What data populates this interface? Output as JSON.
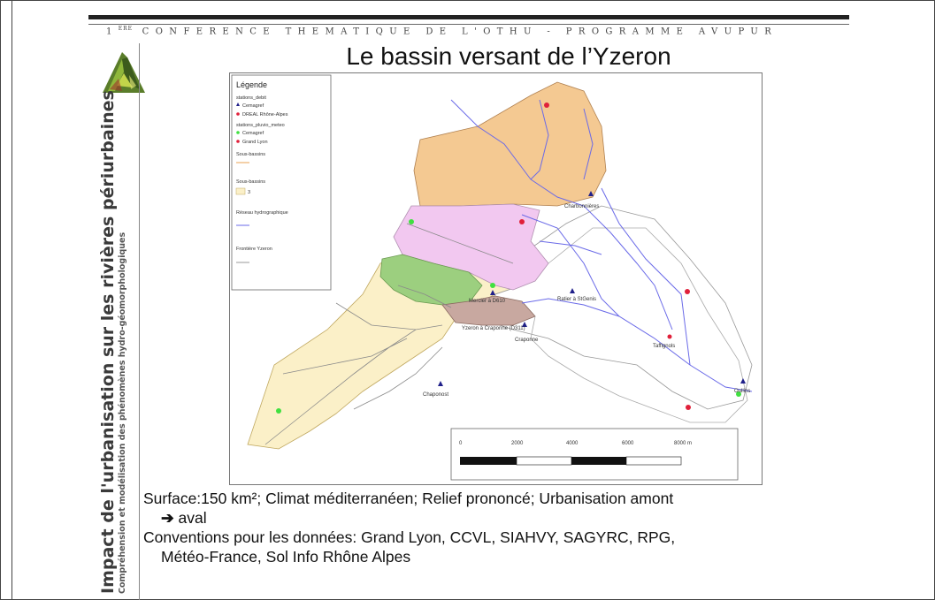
{
  "header": {
    "conference_superscript": "ERE",
    "conference_number": "1",
    "conference_text": "CONFERENCE THEMATIQUE DE L'OTHU - PROGRAMME AVUPUR"
  },
  "sidebar": {
    "title": "Impact de l'urbanisation sur les rivières périurbaines",
    "subtitle": "Compréhension et modélisation des phénomènes hydro-géomorphologiques"
  },
  "slide": {
    "title": "Le bassin versant de l’Yzeron"
  },
  "map": {
    "legend": {
      "title": "Légende",
      "group1": "stations_debit",
      "item1": "Cemagref",
      "item2": "DREAL Rhône-Alpes",
      "group2": "stations_pluvio_meteo",
      "item3": "Cemagref",
      "item4": "Grand Lyon",
      "group3": "Sous-bassins",
      "group4": "Sous-bassins",
      "item5": "3",
      "group5": "Réseau hydrographique",
      "group6": "Frontière Yzeron"
    },
    "places": {
      "charbonnieres": "Charbonnières",
      "messimy": "Mercier à D610",
      "ratier": "Ratier à StGenis",
      "yzeron_craponne": "Yzeron à Craponne (D311)",
      "craponne": "Craponne",
      "tassin": "Taffignols",
      "oullins": "Oullins",
      "chaponost": "Chaponost"
    },
    "scale": {
      "labels": [
        "0",
        "2000",
        "4000",
        "6000",
        "8000 m"
      ]
    },
    "colors": {
      "orange": "#f4c992",
      "pink": "#f2c8f0",
      "green": "#9ccf7f",
      "yellow": "#fbf0c8",
      "brown": "#c8a8a0",
      "river": "#6a6ae8",
      "station_blue": "#20208a",
      "station_red": "#e0203a",
      "station_green": "#40e040"
    }
  },
  "bullets": {
    "b1_line1": "Surface:150 km²; Climat méditerranéen; Relief prononcé; Urbanisation amont",
    "b1_line2": "aval",
    "b2_line1": "Conventions pour les données: Grand Lyon, CCVL, SIAHVY, SAGYRC, RPG,",
    "b2_line2": "Météo-France, Sol Info Rhône Alpes"
  }
}
